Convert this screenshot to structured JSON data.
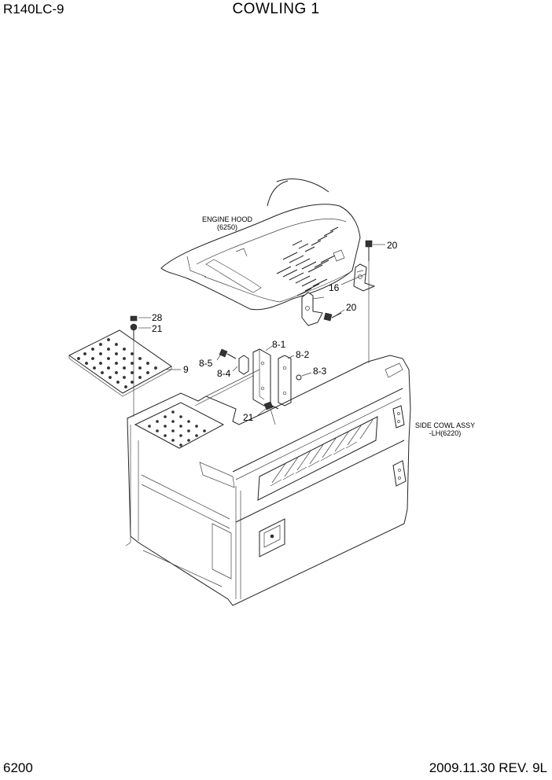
{
  "header": {
    "model": "R140LC-9",
    "title": "COWLING 1"
  },
  "footer": {
    "page_number": "6200",
    "revision": "2009.11.30 REV. 9L"
  },
  "notes": {
    "engine_hood": {
      "line1": "ENGINE HOOD",
      "line2": "(6250)"
    },
    "side_cowl": {
      "line1": "SIDE COWL ASSY",
      "line2": "-LH(6220)"
    }
  },
  "callouts": {
    "c20_top": "20",
    "c16": "16",
    "c20_mid": "20",
    "c28": "28",
    "c21_left": "21",
    "c9": "9",
    "c8_1": "8-1",
    "c8_2": "8-2",
    "c8_3": "8-3",
    "c8_4": "8-4",
    "c8_5": "8-5",
    "c21_bottom": "21"
  }
}
